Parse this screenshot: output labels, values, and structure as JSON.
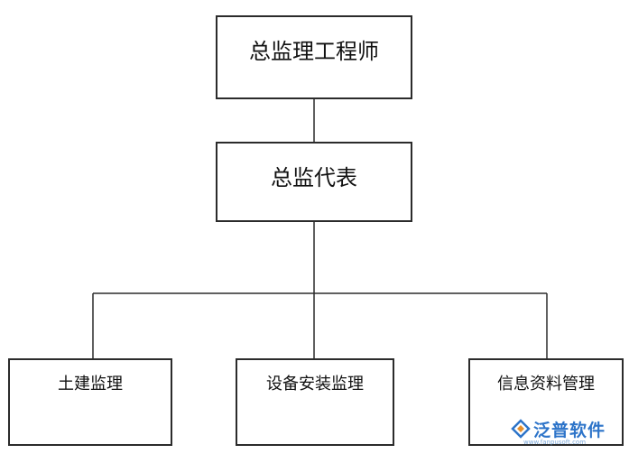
{
  "org_chart": {
    "root": {
      "label": "总监理工程师"
    },
    "deputy": {
      "label": "总监代表"
    },
    "departments": [
      {
        "label": "土建监理"
      },
      {
        "label": "设备安装监理"
      },
      {
        "label": "信息资料管理"
      }
    ]
  },
  "watermark": {
    "brand": "泛普软件",
    "url": "www.fanpusoft.com"
  },
  "colors": {
    "line": "#2b2b2b",
    "brand": "#2d74c9"
  }
}
